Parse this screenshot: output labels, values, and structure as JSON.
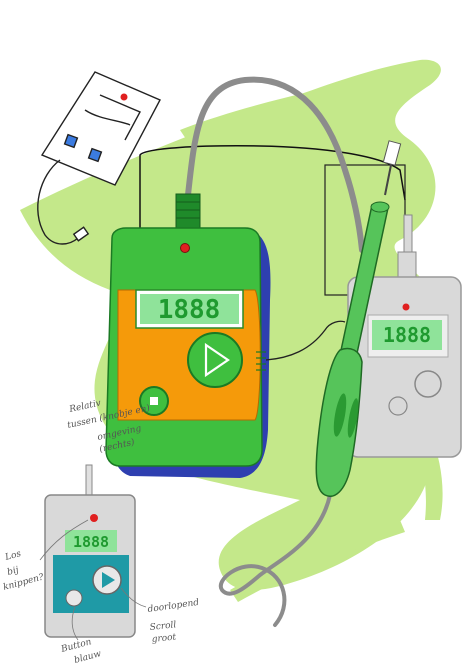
{
  "colors": {
    "splash": "#c4e88a",
    "device_green": "#3fbf3f",
    "device_dark": "#1f8a2a",
    "panel_orange": "#f59a0a",
    "lcd_green": "#8fe39a",
    "lcd_digits": "#1f9a2f",
    "shadow_blue": "#2e3fb0",
    "cable_gray": "#8c8c8c",
    "pen_green": "#56c45a",
    "handheld_gray": "#d9d9d9",
    "small_body_teal": "#1f9aa6",
    "led_red": "#e02020"
  },
  "icons": {
    "play": "play-triangle-icon",
    "stop": "stop-square-icon",
    "led": "red-led-icon"
  },
  "main_device": {
    "lcd_text": "1888"
  },
  "right_device": {
    "lcd_text": "1888"
  },
  "small_device": {
    "lcd_text": "1888"
  },
  "notes": {
    "left_annotation": [
      "Relativ",
      "tussen (knobje en)",
      "omgeving",
      "(rechts)"
    ],
    "left_side": [
      "Los",
      "bij",
      "knippen?"
    ],
    "bottom_labels": [
      "Button",
      "blauw"
    ],
    "right_labels": [
      "doorlopend"
    ],
    "scroll_labels": [
      "Scroll",
      "groot"
    ]
  }
}
